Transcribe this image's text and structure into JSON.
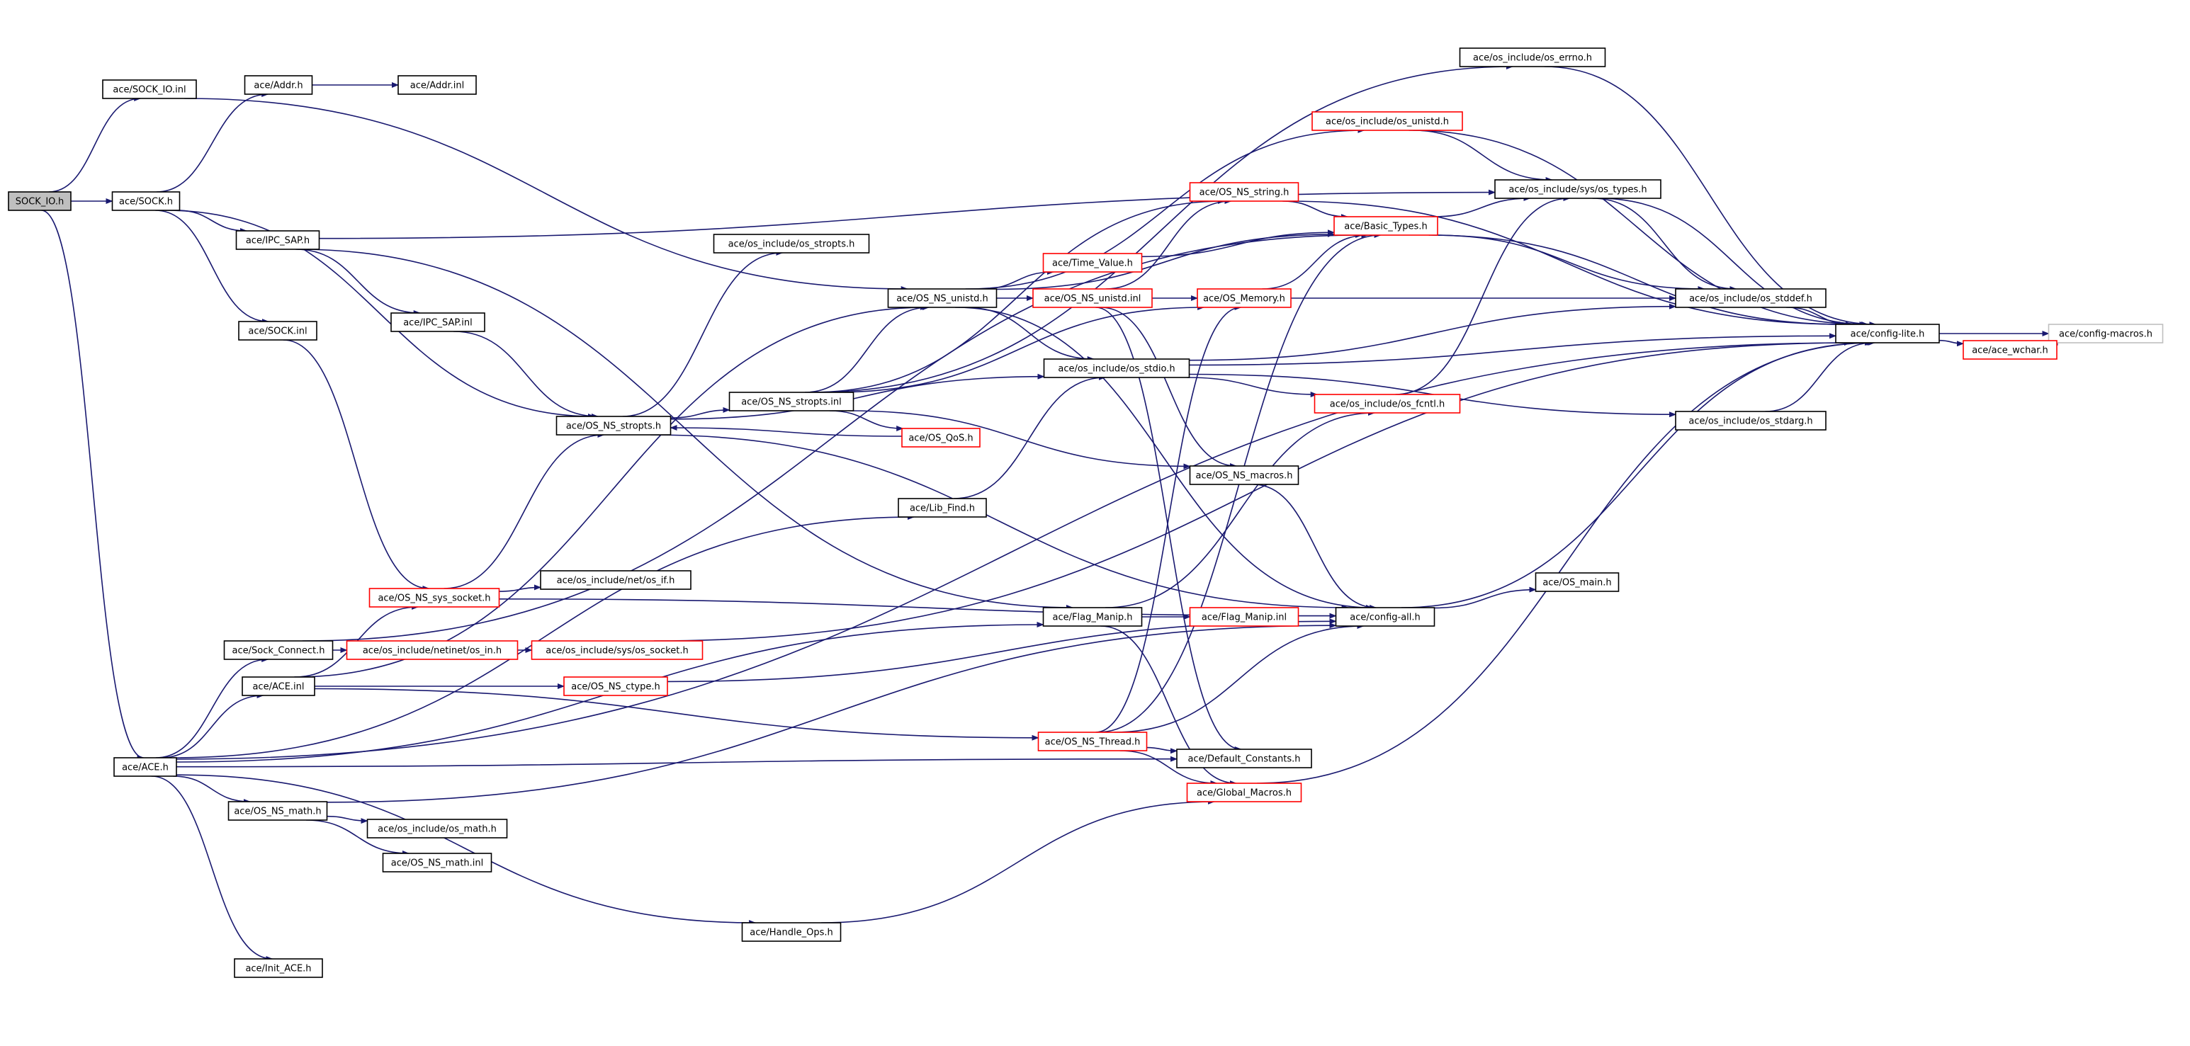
{
  "colors": {
    "edge": "#191970",
    "root_fill": "#bfbfbf",
    "normal_border": "#000000",
    "truncated_border": "#ff0000",
    "leaf_border": "#bfbfbf"
  },
  "nodes": [
    {
      "id": "root",
      "label": "SOCK_IO.h",
      "kind": "root"
    },
    {
      "id": "sockio_inl",
      "label": "ace/SOCK_IO.inl",
      "kind": "normal"
    },
    {
      "id": "sock_h",
      "label": "ace/SOCK.h",
      "kind": "normal"
    },
    {
      "id": "addr_h",
      "label": "ace/Addr.h",
      "kind": "normal"
    },
    {
      "id": "addr_inl",
      "label": "ace/Addr.inl",
      "kind": "normal"
    },
    {
      "id": "ipcsap_h",
      "label": "ace/IPC_SAP.h",
      "kind": "normal"
    },
    {
      "id": "sock_inl",
      "label": "ace/SOCK.inl",
      "kind": "normal"
    },
    {
      "id": "ipcsap_inl",
      "label": "ace/IPC_SAP.inl",
      "kind": "normal"
    },
    {
      "id": "osns_stropts_h",
      "label": "ace/OS_NS_stropts.h",
      "kind": "normal"
    },
    {
      "id": "os_stropts_h",
      "label": "ace/os_include/os_stropts.h",
      "kind": "normal"
    },
    {
      "id": "osns_stropts_inl",
      "label": "ace/OS_NS_stropts.inl",
      "kind": "normal"
    },
    {
      "id": "osns_unistd_h",
      "label": "ace/OS_NS_unistd.h",
      "kind": "normal"
    },
    {
      "id": "os_errno_h",
      "label": "ace/os_include/os_errno.h",
      "kind": "normal"
    },
    {
      "id": "os_unistd_h",
      "label": "ace/os_include/os_unistd.h",
      "kind": "truncated"
    },
    {
      "id": "osns_string_h",
      "label": "ace/OS_NS_string.h",
      "kind": "truncated"
    },
    {
      "id": "basic_types_h",
      "label": "ace/Basic_Types.h",
      "kind": "truncated"
    },
    {
      "id": "sys_types_h",
      "label": "ace/os_include/sys/os_types.h",
      "kind": "normal"
    },
    {
      "id": "time_value_h",
      "label": "ace/Time_Value.h",
      "kind": "truncated"
    },
    {
      "id": "osns_unistd_inl",
      "label": "ace/OS_NS_unistd.inl",
      "kind": "truncated"
    },
    {
      "id": "os_memory_h",
      "label": "ace/OS_Memory.h",
      "kind": "truncated"
    },
    {
      "id": "os_stddef_h",
      "label": "ace/os_include/os_stddef.h",
      "kind": "normal"
    },
    {
      "id": "config_lite_h",
      "label": "ace/config-lite.h",
      "kind": "normal"
    },
    {
      "id": "config_macros_h",
      "label": "ace/config-macros.h",
      "kind": "leaf"
    },
    {
      "id": "ace_wchar_h",
      "label": "ace/ace_wchar.h",
      "kind": "truncated"
    },
    {
      "id": "os_stdio_h",
      "label": "ace/os_include/os_stdio.h",
      "kind": "normal"
    },
    {
      "id": "os_fcntl_h",
      "label": "ace/os_include/os_fcntl.h",
      "kind": "truncated"
    },
    {
      "id": "os_stdarg_h",
      "label": "ace/os_include/os_stdarg.h",
      "kind": "normal"
    },
    {
      "id": "os_qos_h",
      "label": "ace/OS_QoS.h",
      "kind": "truncated"
    },
    {
      "id": "osns_macros_h",
      "label": "ace/OS_NS_macros.h",
      "kind": "normal"
    },
    {
      "id": "lib_find_h",
      "label": "ace/Lib_Find.h",
      "kind": "normal"
    },
    {
      "id": "net_if_h",
      "label": "ace/os_include/net/os_if.h",
      "kind": "normal"
    },
    {
      "id": "os_main_h",
      "label": "ace/OS_main.h",
      "kind": "normal"
    },
    {
      "id": "osns_sys_socket_h",
      "label": "ace/OS_NS_sys_socket.h",
      "kind": "truncated"
    },
    {
      "id": "flag_manip_h",
      "label": "ace/Flag_Manip.h",
      "kind": "normal"
    },
    {
      "id": "flag_manip_inl",
      "label": "ace/Flag_Manip.inl",
      "kind": "truncated"
    },
    {
      "id": "config_all_h",
      "label": "ace/config-all.h",
      "kind": "normal"
    },
    {
      "id": "sock_connect_h",
      "label": "ace/Sock_Connect.h",
      "kind": "normal"
    },
    {
      "id": "netinet_in_h",
      "label": "ace/os_include/netinet/os_in.h",
      "kind": "truncated"
    },
    {
      "id": "sys_socket_h",
      "label": "ace/os_include/sys/os_socket.h",
      "kind": "truncated"
    },
    {
      "id": "ace_inl",
      "label": "ace/ACE.inl",
      "kind": "normal"
    },
    {
      "id": "osns_ctype_h",
      "label": "ace/OS_NS_ctype.h",
      "kind": "truncated"
    },
    {
      "id": "osns_thread_h",
      "label": "ace/OS_NS_Thread.h",
      "kind": "truncated"
    },
    {
      "id": "default_constants_h",
      "label": "ace/Default_Constants.h",
      "kind": "normal"
    },
    {
      "id": "ace_h",
      "label": "ace/ACE.h",
      "kind": "normal"
    },
    {
      "id": "global_macros_h",
      "label": "ace/Global_Macros.h",
      "kind": "truncated"
    },
    {
      "id": "osns_math_h",
      "label": "ace/OS_NS_math.h",
      "kind": "normal"
    },
    {
      "id": "os_math_h",
      "label": "ace/os_include/os_math.h",
      "kind": "normal"
    },
    {
      "id": "osns_math_inl",
      "label": "ace/OS_NS_math.inl",
      "kind": "normal"
    },
    {
      "id": "handle_ops_h",
      "label": "ace/Handle_Ops.h",
      "kind": "normal"
    },
    {
      "id": "init_ace_h",
      "label": "ace/Init_ACE.h",
      "kind": "normal"
    }
  ],
  "edges": [
    [
      "root",
      "sockio_inl"
    ],
    [
      "root",
      "sock_h"
    ],
    [
      "root",
      "ace_h"
    ],
    [
      "sockio_inl",
      "osns_unistd_h"
    ],
    [
      "sock_h",
      "addr_h"
    ],
    [
      "sock_h",
      "ipcsap_h"
    ],
    [
      "sock_h",
      "sock_inl"
    ],
    [
      "sock_h",
      "osns_stropts_h"
    ],
    [
      "addr_h",
      "addr_inl"
    ],
    [
      "ipcsap_h",
      "ipcsap_inl"
    ],
    [
      "ipcsap_h",
      "sys_types_h"
    ],
    [
      "ipcsap_h",
      "flag_manip_h"
    ],
    [
      "ipcsap_inl",
      "osns_stropts_h"
    ],
    [
      "sock_inl",
      "osns_sys_socket_h"
    ],
    [
      "osns_stropts_h",
      "os_stropts_h"
    ],
    [
      "osns_stropts_h",
      "osns_stropts_inl"
    ],
    [
      "osns_stropts_h",
      "os_stdio_h"
    ],
    [
      "osns_stropts_h",
      "config_all_h"
    ],
    [
      "osns_stropts_inl",
      "osns_unistd_h"
    ],
    [
      "osns_stropts_inl",
      "os_errno_h"
    ],
    [
      "osns_stropts_inl",
      "os_memory_h"
    ],
    [
      "osns_stropts_inl",
      "os_qos_h"
    ],
    [
      "osns_stropts_inl",
      "osns_macros_h"
    ],
    [
      "osns_stropts_inl",
      "osns_string_h"
    ],
    [
      "os_qos_h",
      "osns_stropts_h"
    ],
    [
      "osns_unistd_h",
      "os_unistd_h"
    ],
    [
      "osns_unistd_h",
      "basic_types_h"
    ],
    [
      "osns_unistd_h",
      "time_value_h"
    ],
    [
      "osns_unistd_h",
      "osns_unistd_inl"
    ],
    [
      "osns_unistd_h",
      "os_stdio_h"
    ],
    [
      "osns_unistd_h",
      "config_all_h"
    ],
    [
      "os_errno_h",
      "config_lite_h"
    ],
    [
      "os_unistd_h",
      "sys_types_h"
    ],
    [
      "os_unistd_h",
      "config_lite_h"
    ],
    [
      "osns_string_h",
      "basic_types_h"
    ],
    [
      "osns_string_h",
      "config_lite_h"
    ],
    [
      "basic_types_h",
      "sys_types_h"
    ],
    [
      "basic_types_h",
      "os_stddef_h"
    ],
    [
      "basic_types_h",
      "config_lite_h"
    ],
    [
      "sys_types_h",
      "os_stddef_h"
    ],
    [
      "sys_types_h",
      "config_lite_h"
    ],
    [
      "time_value_h",
      "basic_types_h"
    ],
    [
      "osns_unistd_inl",
      "os_memory_h"
    ],
    [
      "osns_unistd_inl",
      "osns_string_h"
    ],
    [
      "osns_unistd_inl",
      "osns_macros_h"
    ],
    [
      "osns_unistd_inl",
      "default_constants_h"
    ],
    [
      "os_memory_h",
      "basic_types_h"
    ],
    [
      "os_memory_h",
      "os_stddef_h"
    ],
    [
      "os_stddef_h",
      "config_lite_h"
    ],
    [
      "config_lite_h",
      "config_macros_h"
    ],
    [
      "config_lite_h",
      "ace_wchar_h"
    ],
    [
      "ace_wchar_h",
      "config_macros_h"
    ],
    [
      "os_stdio_h",
      "os_stddef_h"
    ],
    [
      "os_stdio_h",
      "os_fcntl_h"
    ],
    [
      "os_stdio_h",
      "os_stdarg_h"
    ],
    [
      "os_stdio_h",
      "config_lite_h"
    ],
    [
      "os_fcntl_h",
      "sys_types_h"
    ],
    [
      "os_stdarg_h",
      "config_lite_h"
    ],
    [
      "osns_macros_h",
      "config_all_h"
    ],
    [
      "lib_find_h",
      "os_stdio_h"
    ],
    [
      "osns_sys_socket_h",
      "net_if_h"
    ],
    [
      "osns_sys_socket_h",
      "osns_stropts_h"
    ],
    [
      "osns_sys_socket_h",
      "config_all_h"
    ],
    [
      "flag_manip_h",
      "flag_manip_inl"
    ],
    [
      "flag_manip_h",
      "global_macros_h"
    ],
    [
      "flag_manip_h",
      "os_fcntl_h"
    ],
    [
      "config_all_h",
      "os_main_h"
    ],
    [
      "config_all_h",
      "config_lite_h"
    ],
    [
      "sock_connect_h",
      "netinet_in_h"
    ],
    [
      "sock_connect_h",
      "basic_types_h"
    ],
    [
      "netinet_in_h",
      "sys_socket_h"
    ],
    [
      "sys_socket_h",
      "config_lite_h"
    ],
    [
      "ace_inl",
      "osns_ctype_h"
    ],
    [
      "ace_inl",
      "osns_thread_h"
    ],
    [
      "ace_inl",
      "osns_unistd_h"
    ],
    [
      "ace_inl",
      "osns_sys_socket_h"
    ],
    [
      "osns_ctype_h",
      "config_all_h"
    ],
    [
      "osns_thread_h",
      "default_constants_h"
    ],
    [
      "osns_thread_h",
      "global_macros_h"
    ],
    [
      "osns_thread_h",
      "config_all_h"
    ],
    [
      "osns_thread_h",
      "os_memory_h"
    ],
    [
      "osns_thread_h",
      "basic_types_h"
    ],
    [
      "global_macros_h",
      "config_lite_h"
    ],
    [
      "ace_h",
      "sock_connect_h"
    ],
    [
      "ace_h",
      "ace_inl"
    ],
    [
      "ace_h",
      "osns_math_h"
    ],
    [
      "ace_h",
      "handle_ops_h"
    ],
    [
      "ace_h",
      "init_ace_h"
    ],
    [
      "ace_h",
      "flag_manip_h"
    ],
    [
      "ace_h",
      "lib_find_h"
    ],
    [
      "ace_h",
      "default_constants_h"
    ],
    [
      "ace_h",
      "config_lite_h"
    ],
    [
      "osns_math_h",
      "os_math_h"
    ],
    [
      "osns_math_h",
      "osns_math_inl"
    ],
    [
      "osns_math_h",
      "config_all_h"
    ],
    [
      "handle_ops_h",
      "global_macros_h"
    ]
  ]
}
